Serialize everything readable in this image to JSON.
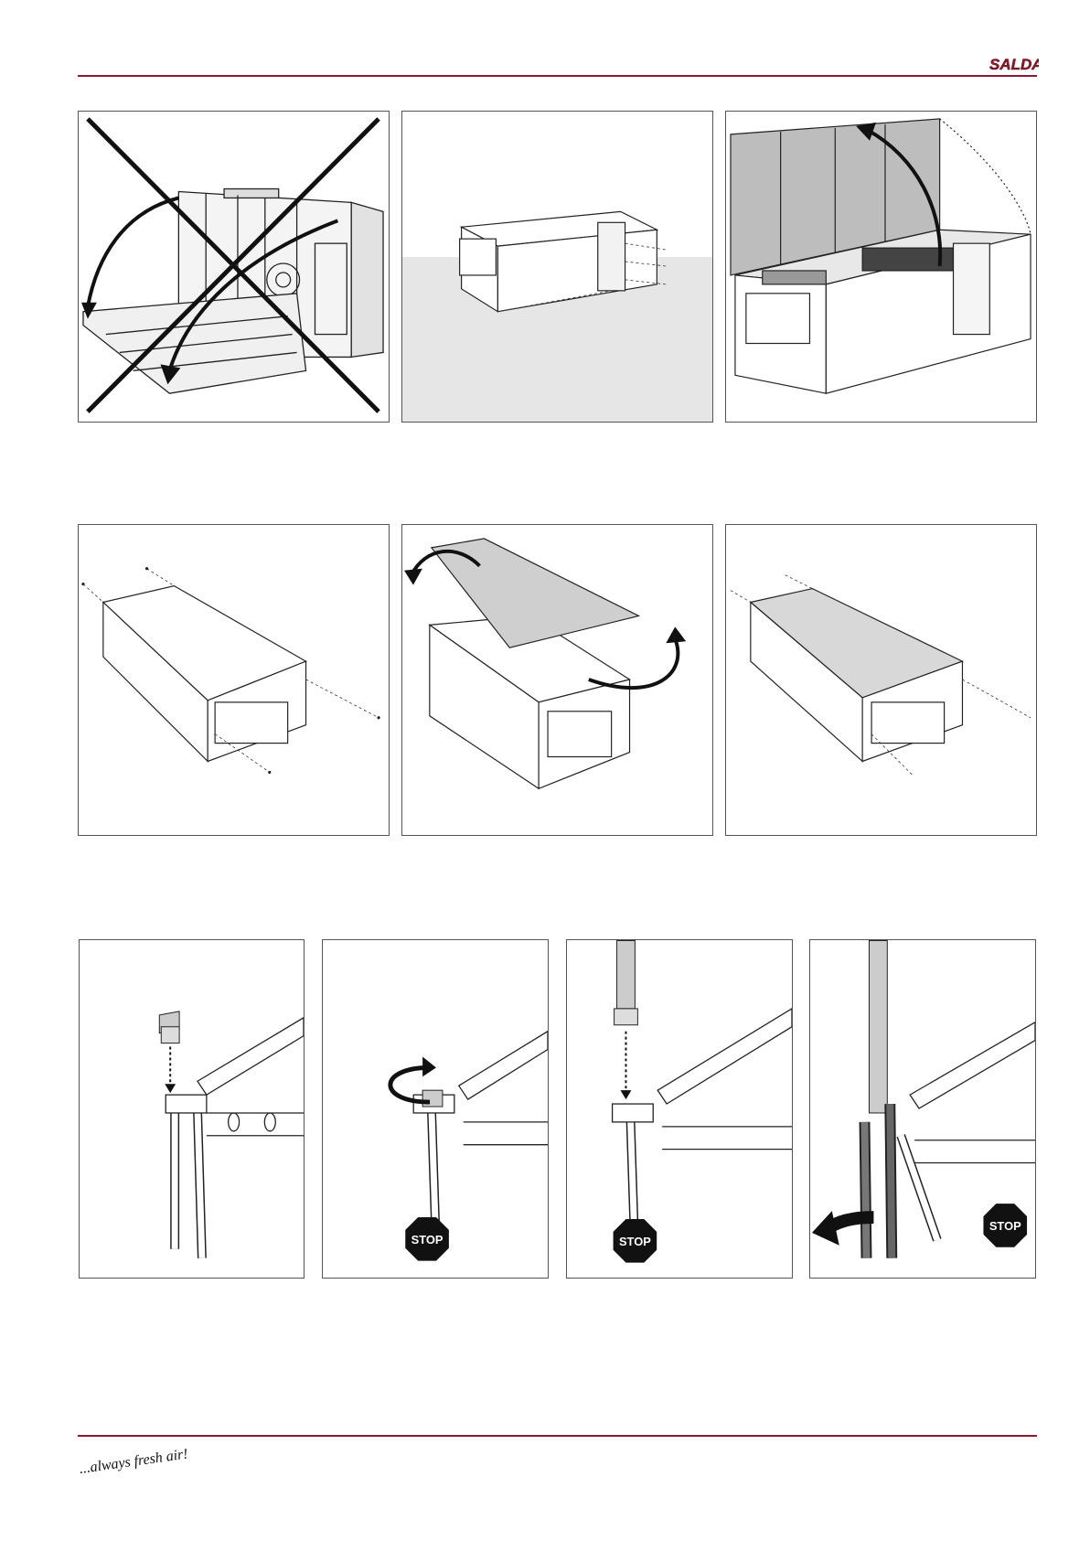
{
  "header": {
    "brand": "SALDA",
    "accent_color": "#8b1a2b"
  },
  "figures": {
    "row1": [
      {
        "id": "wrong-lift",
        "icon": "cross-mark-icon"
      },
      {
        "id": "wall-mount",
        "icon": "wall-bracket-icon"
      },
      {
        "id": "open-lid",
        "icon": "curved-arrow-icon"
      }
    ],
    "row2": [
      {
        "id": "remove-screws",
        "icon": "screw-icon"
      },
      {
        "id": "flip-cover",
        "icon": "rotate-arrow-icon"
      },
      {
        "id": "refit-cover",
        "icon": "screw-icon"
      }
    ],
    "row3": [
      {
        "id": "fitting-down",
        "icon": "arrow-down-icon"
      },
      {
        "id": "tighten-fitting",
        "icon": "rotate-arrow-icon",
        "stop_label": "STOP"
      },
      {
        "id": "pipe-down",
        "icon": "arrow-down-icon",
        "stop_label": "STOP"
      },
      {
        "id": "wrench-tighten",
        "icon": "arrow-left-icon",
        "stop_label": "STOP"
      }
    ]
  },
  "footer": {
    "slogan": "...always fresh air!"
  }
}
